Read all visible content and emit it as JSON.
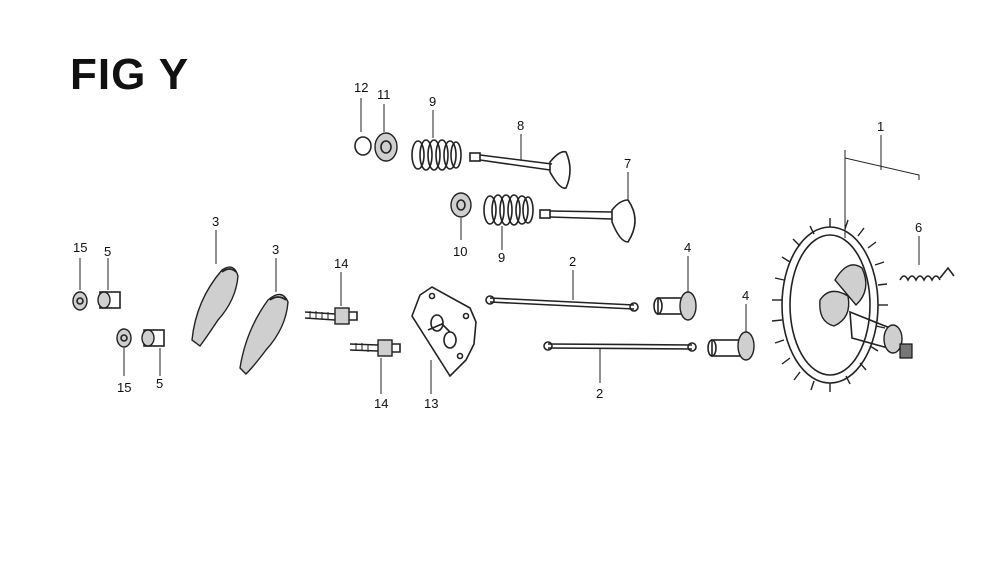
{
  "figure": {
    "title": "FIG Y"
  },
  "callouts": [
    "1",
    "2",
    "3",
    "4",
    "5",
    "6",
    "7",
    "8",
    "9",
    "10",
    "11",
    "12",
    "13",
    "14",
    "15"
  ],
  "parts": {
    "camshaft_gear": "camshaft-gear-assembly",
    "pushrod": "push-rod",
    "rocker_arm": "rocker-arm",
    "lifter": "valve-lifter",
    "pivot": "rocker-pivot",
    "spring_small": "decompressor-spring",
    "exhaust_valve": "exhaust-valve",
    "intake_valve": "intake-valve",
    "valve_spring": "valve-spring",
    "retainer": "spring-retainer",
    "cap": "valve-cap",
    "plate": "push-rod-guide-plate",
    "stud": "pivot-stud",
    "nut": "adjusting-nut"
  }
}
